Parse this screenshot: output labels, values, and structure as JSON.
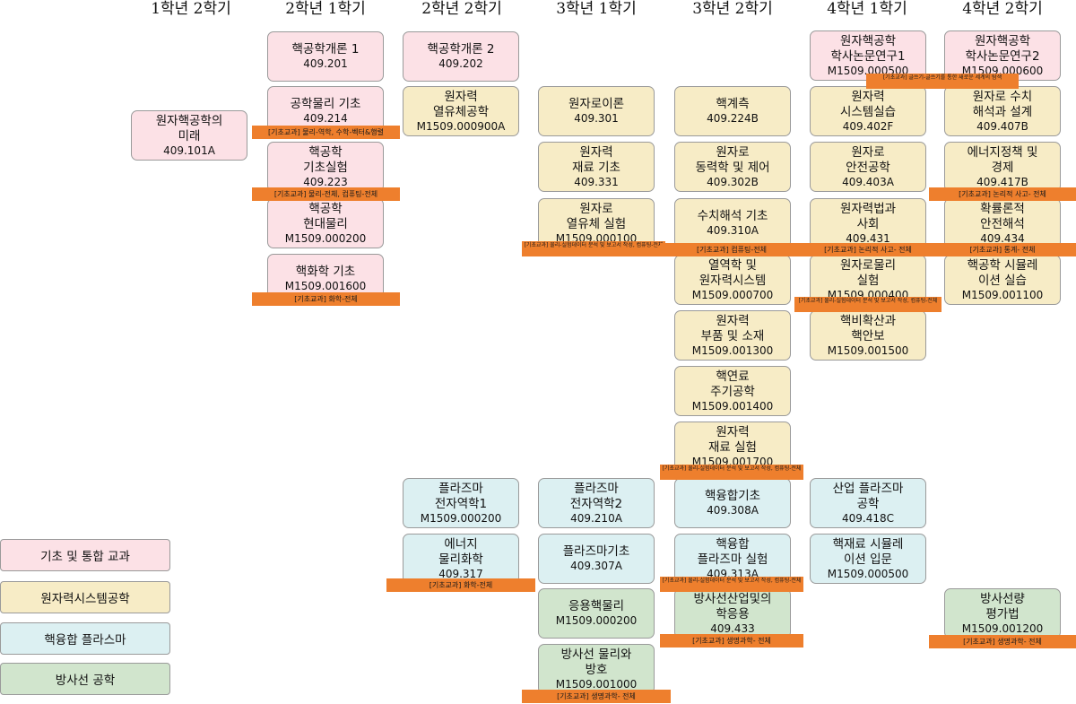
{
  "semesters": [
    "1학년 2학기",
    "2학년 1학기",
    "2학년 2학기",
    "3학년 1학기",
    "3학년 2학기",
    "4학년 1학기",
    "4학년 2학기"
  ],
  "courses": [
    {
      "id": "c101a",
      "lines": [
        "원자핵공학의",
        "미래"
      ],
      "code": "409.101A",
      "cat": "pink"
    },
    {
      "id": "c201",
      "lines": [
        "핵공학개론 1"
      ],
      "code": "409.201",
      "cat": "pink"
    },
    {
      "id": "c214",
      "lines": [
        "공학물리 기초"
      ],
      "code": "409.214",
      "cat": "pink"
    },
    {
      "id": "c223",
      "lines": [
        "핵공학",
        "기초실험"
      ],
      "code": "409.223",
      "cat": "pink"
    },
    {
      "id": "c200",
      "lines": [
        "핵공학",
        "현대물리"
      ],
      "code": "M1509.000200",
      "cat": "pink"
    },
    {
      "id": "c1600",
      "lines": [
        "핵화학 기초"
      ],
      "code": "M1509.001600",
      "cat": "pink"
    },
    {
      "id": "c202",
      "lines": [
        "핵공학개론 2"
      ],
      "code": "409.202",
      "cat": "pink"
    },
    {
      "id": "c900a",
      "lines": [
        "원자력",
        "열유체공학"
      ],
      "code": "M1509.000900A",
      "cat": "yellow"
    },
    {
      "id": "c301",
      "lines": [
        "원자로이론"
      ],
      "code": "409.301",
      "cat": "yellow"
    },
    {
      "id": "c331",
      "lines": [
        "원자력",
        "재료 기초"
      ],
      "code": "409.331",
      "cat": "yellow"
    },
    {
      "id": "c100",
      "lines": [
        "원자로",
        "열유체 실험"
      ],
      "code": "M1509.000100",
      "cat": "yellow"
    },
    {
      "id": "c224b",
      "lines": [
        "핵계측"
      ],
      "code": "409.224B",
      "cat": "yellow"
    },
    {
      "id": "c302b",
      "lines": [
        "원자로",
        "동력학 및 제어"
      ],
      "code": "409.302B",
      "cat": "yellow"
    },
    {
      "id": "c310a",
      "lines": [
        "수치해석 기초"
      ],
      "code": "409.310A",
      "cat": "yellow"
    },
    {
      "id": "c700",
      "lines": [
        "열역학 및",
        "원자력시스템"
      ],
      "code": "M1509.000700",
      "cat": "yellow"
    },
    {
      "id": "c1300",
      "lines": [
        "원자력",
        "부품 및 소재"
      ],
      "code": "M1509.001300",
      "cat": "yellow"
    },
    {
      "id": "c1400",
      "lines": [
        "핵연료",
        "주기공학"
      ],
      "code": "M1509.001400",
      "cat": "yellow"
    },
    {
      "id": "c1700",
      "lines": [
        "원자력",
        "재료 실험"
      ],
      "code": "M1509.001700",
      "cat": "yellow"
    },
    {
      "id": "c500",
      "lines": [
        "원자핵공학",
        "학사논문연구1"
      ],
      "code": "M1509.000500",
      "cat": "pink"
    },
    {
      "id": "c402f",
      "lines": [
        "원자력",
        "시스템실습"
      ],
      "code": "409.402F",
      "cat": "yellow"
    },
    {
      "id": "c403a",
      "lines": [
        "원자로",
        "안전공학"
      ],
      "code": "409.403A",
      "cat": "yellow"
    },
    {
      "id": "c431",
      "lines": [
        "원자력법과",
        "사회"
      ],
      "code": "409.431",
      "cat": "yellow"
    },
    {
      "id": "c400",
      "lines": [
        "원자로물리",
        "실험"
      ],
      "code": "M1509.000400",
      "cat": "yellow"
    },
    {
      "id": "c1500",
      "lines": [
        "핵비확산과",
        "핵안보"
      ],
      "code": "M1509.001500",
      "cat": "yellow"
    },
    {
      "id": "c600",
      "lines": [
        "원자핵공학",
        "학사논문연구2"
      ],
      "code": "M1509.000600",
      "cat": "pink"
    },
    {
      "id": "c407b",
      "lines": [
        "원자로 수치",
        "해석과 설계"
      ],
      "code": "409.407B",
      "cat": "yellow"
    },
    {
      "id": "c417b",
      "lines": [
        "에너지정책 및",
        "경제"
      ],
      "code": "409.417B",
      "cat": "yellow"
    },
    {
      "id": "c434",
      "lines": [
        "확률론적",
        "안전해석"
      ],
      "code": "409.434",
      "cat": "yellow"
    },
    {
      "id": "c1100",
      "lines": [
        "핵공학 시뮬레",
        "이션 실습"
      ],
      "code": "M1509.001100",
      "cat": "yellow"
    },
    {
      "id": "cp200",
      "lines": [
        "플라즈마",
        "전자역학1"
      ],
      "code": "M1509.000200",
      "cat": "cyan"
    },
    {
      "id": "c317",
      "lines": [
        "에너지",
        "물리화학"
      ],
      "code": "409.317",
      "cat": "cyan"
    },
    {
      "id": "c210a",
      "lines": [
        "플라즈마",
        "전자역학2"
      ],
      "code": "409.210A",
      "cat": "cyan"
    },
    {
      "id": "c307a",
      "lines": [
        "플라즈마기초"
      ],
      "code": "409.307A",
      "cat": "cyan"
    },
    {
      "id": "cg200",
      "lines": [
        "응용핵물리"
      ],
      "code": "M1509.000200",
      "cat": "green"
    },
    {
      "id": "c1000",
      "lines": [
        "방사선 물리와",
        "방호"
      ],
      "code": "M1509.001000",
      "cat": "green"
    },
    {
      "id": "c308a",
      "lines": [
        "핵융합기초"
      ],
      "code": "409.308A",
      "cat": "cyan"
    },
    {
      "id": "c313a",
      "lines": [
        "핵융합",
        "플라즈마 실험"
      ],
      "code": "409.313A",
      "cat": "cyan"
    },
    {
      "id": "c433",
      "lines": [
        "방사선산업및의",
        "학응용"
      ],
      "code": "409.433",
      "cat": "green"
    },
    {
      "id": "c418c",
      "lines": [
        "산업 플라즈마",
        "공학"
      ],
      "code": "409.418C",
      "cat": "cyan"
    },
    {
      "id": "cf500",
      "lines": [
        "핵재료 시뮬레",
        "이션 입문"
      ],
      "code": "M1509.000500",
      "cat": "cyan"
    },
    {
      "id": "c1200",
      "lines": [
        "방사선량",
        "평가법"
      ],
      "code": "M1509.001200",
      "cat": "green"
    }
  ],
  "tags": [
    {
      "id": "t214",
      "text": "[기초교과] 물리-역학, 수학-벡터&행렬"
    },
    {
      "id": "t223",
      "text": "[기초교과] 물리-전체, 컴퓨팅-전체"
    },
    {
      "id": "t1600",
      "text": "[기초교과] 화학-전체"
    },
    {
      "id": "t500",
      "text": "[기초교과] 글쓰기-글쓰기를 통한 새로운 세계의 탐색"
    },
    {
      "id": "t417b",
      "text": "[기초교과] 논리적 사고- 전체"
    },
    {
      "id": "t100",
      "text": "[기초교과] 물리-실험데이터 분석 및 보고서 작성, 컴퓨팅-전체"
    },
    {
      "id": "t310a",
      "text": "[기초교과] 컴퓨팅-전체"
    },
    {
      "id": "t431",
      "text": "[기초교과] 논리적 사고- 전체"
    },
    {
      "id": "t434",
      "text": "[기초교과] 통계- 전체"
    },
    {
      "id": "t400",
      "text": "[기초교과] 물리-실험데이터 분석 및 보고서 작성, 컴퓨팅-전체"
    },
    {
      "id": "t1700",
      "text": "[기초교과] 물리-실험데이터 분석 및 보고서 작성, 컴퓨팅-전체"
    },
    {
      "id": "t317",
      "text": "[기초교과] 화학-전체"
    },
    {
      "id": "t313a",
      "text": "[기초교과] 물리-실험데이터 분석 및 보고서 작성, 컴퓨팅-전체"
    },
    {
      "id": "t433",
      "text": "[기초교과] 생명과학- 전체"
    },
    {
      "id": "t1200",
      "text": "[기초교과] 생명과학- 전체"
    },
    {
      "id": "t1000",
      "text": "[기초교과] 생명과학- 전체"
    }
  ],
  "legend": [
    {
      "label": "기초 및 통합 교과",
      "cat": "pink"
    },
    {
      "label": "원자력시스템공학",
      "cat": "yellow"
    },
    {
      "label": "핵융합 플라스마",
      "cat": "cyan"
    },
    {
      "label": "방사선 공학",
      "cat": "green"
    }
  ]
}
